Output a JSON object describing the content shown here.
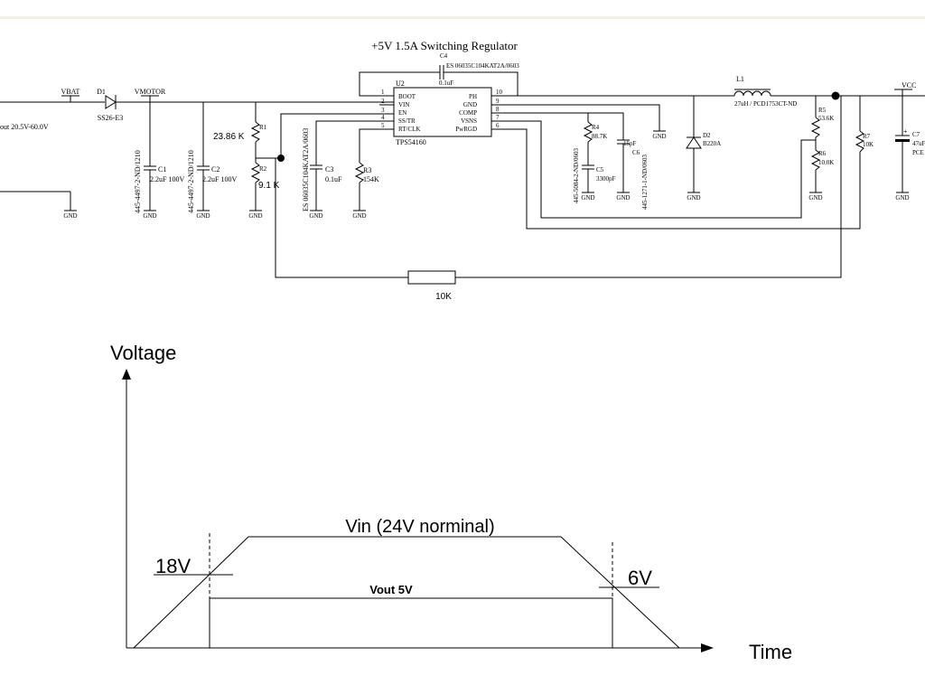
{
  "schematic": {
    "title": "+5V 1.5A Switching Regulator",
    "nets": {
      "vbat": "VBAT",
      "vmotor": "VMOTOR",
      "vcc": "VCC",
      "gnd": "GND"
    },
    "input_label": "out 20.5V-60.0V",
    "ic": {
      "ref": "U2",
      "part": "TPS54160",
      "left_pins": [
        {
          "num": "1",
          "name": "BOOT"
        },
        {
          "num": "2",
          "name": "VIN"
        },
        {
          "num": "3",
          "name": "EN"
        },
        {
          "num": "4",
          "name": "SS/TR"
        },
        {
          "num": "5",
          "name": "RT/CLK"
        }
      ],
      "right_pins": [
        {
          "num": "10",
          "name": "PH"
        },
        {
          "num": "9",
          "name": "GND"
        },
        {
          "num": "8",
          "name": "COMP"
        },
        {
          "num": "7",
          "name": "VSNS"
        },
        {
          "num": "6",
          "name": "PwRGD"
        }
      ]
    },
    "d1": {
      "ref": "D1",
      "part": "SS26-E3"
    },
    "c1": {
      "ref": "C1",
      "value": "2.2uF 100V",
      "part": "445-4497-2-ND/1210"
    },
    "c2": {
      "ref": "C2",
      "value": "2.2uF 100V",
      "part": "445-4497-2-ND/1210"
    },
    "r1": {
      "ref": "R1",
      "value": "23.86 K"
    },
    "r2": {
      "ref": "R2",
      "value": "9.1 K"
    },
    "c3": {
      "ref": "C3",
      "value": "0.1uF",
      "part": "ES 06035C104KAT2A/0603"
    },
    "r3": {
      "ref": "R3",
      "value": "154K"
    },
    "c4": {
      "ref": "C4",
      "value": "0.1uF",
      "part": "ES 06035C104KAT2A/0603"
    },
    "r4": {
      "ref": "R4",
      "value": "88.7K",
      "part": "445-5084-2-ND/0603"
    },
    "c5": {
      "ref": "C5",
      "value": "3300pF"
    },
    "c6": {
      "ref": "C6",
      "value": "15pF",
      "part": "445-1271-1-ND/0603"
    },
    "d2": {
      "ref": "D2",
      "part": "B220A"
    },
    "l1": {
      "ref": "L1",
      "value": "27uH / PCD1753CT-ND"
    },
    "r5": {
      "ref": "R5",
      "value": "53.6K"
    },
    "r6": {
      "ref": "R6",
      "value": "10.0K"
    },
    "r7": {
      "ref": "R7",
      "value": "10K"
    },
    "c7": {
      "ref": "C7",
      "value": "47uF",
      "part": "PCE"
    },
    "feedback_resistor": "10K"
  },
  "timing": {
    "y_axis_label": "Voltage",
    "x_axis_label": "Time",
    "vin_label": "Vin (24V norminal)",
    "vout_label": "Vout 5V",
    "turn_on_threshold": "18V",
    "turn_off_threshold": "6V"
  }
}
